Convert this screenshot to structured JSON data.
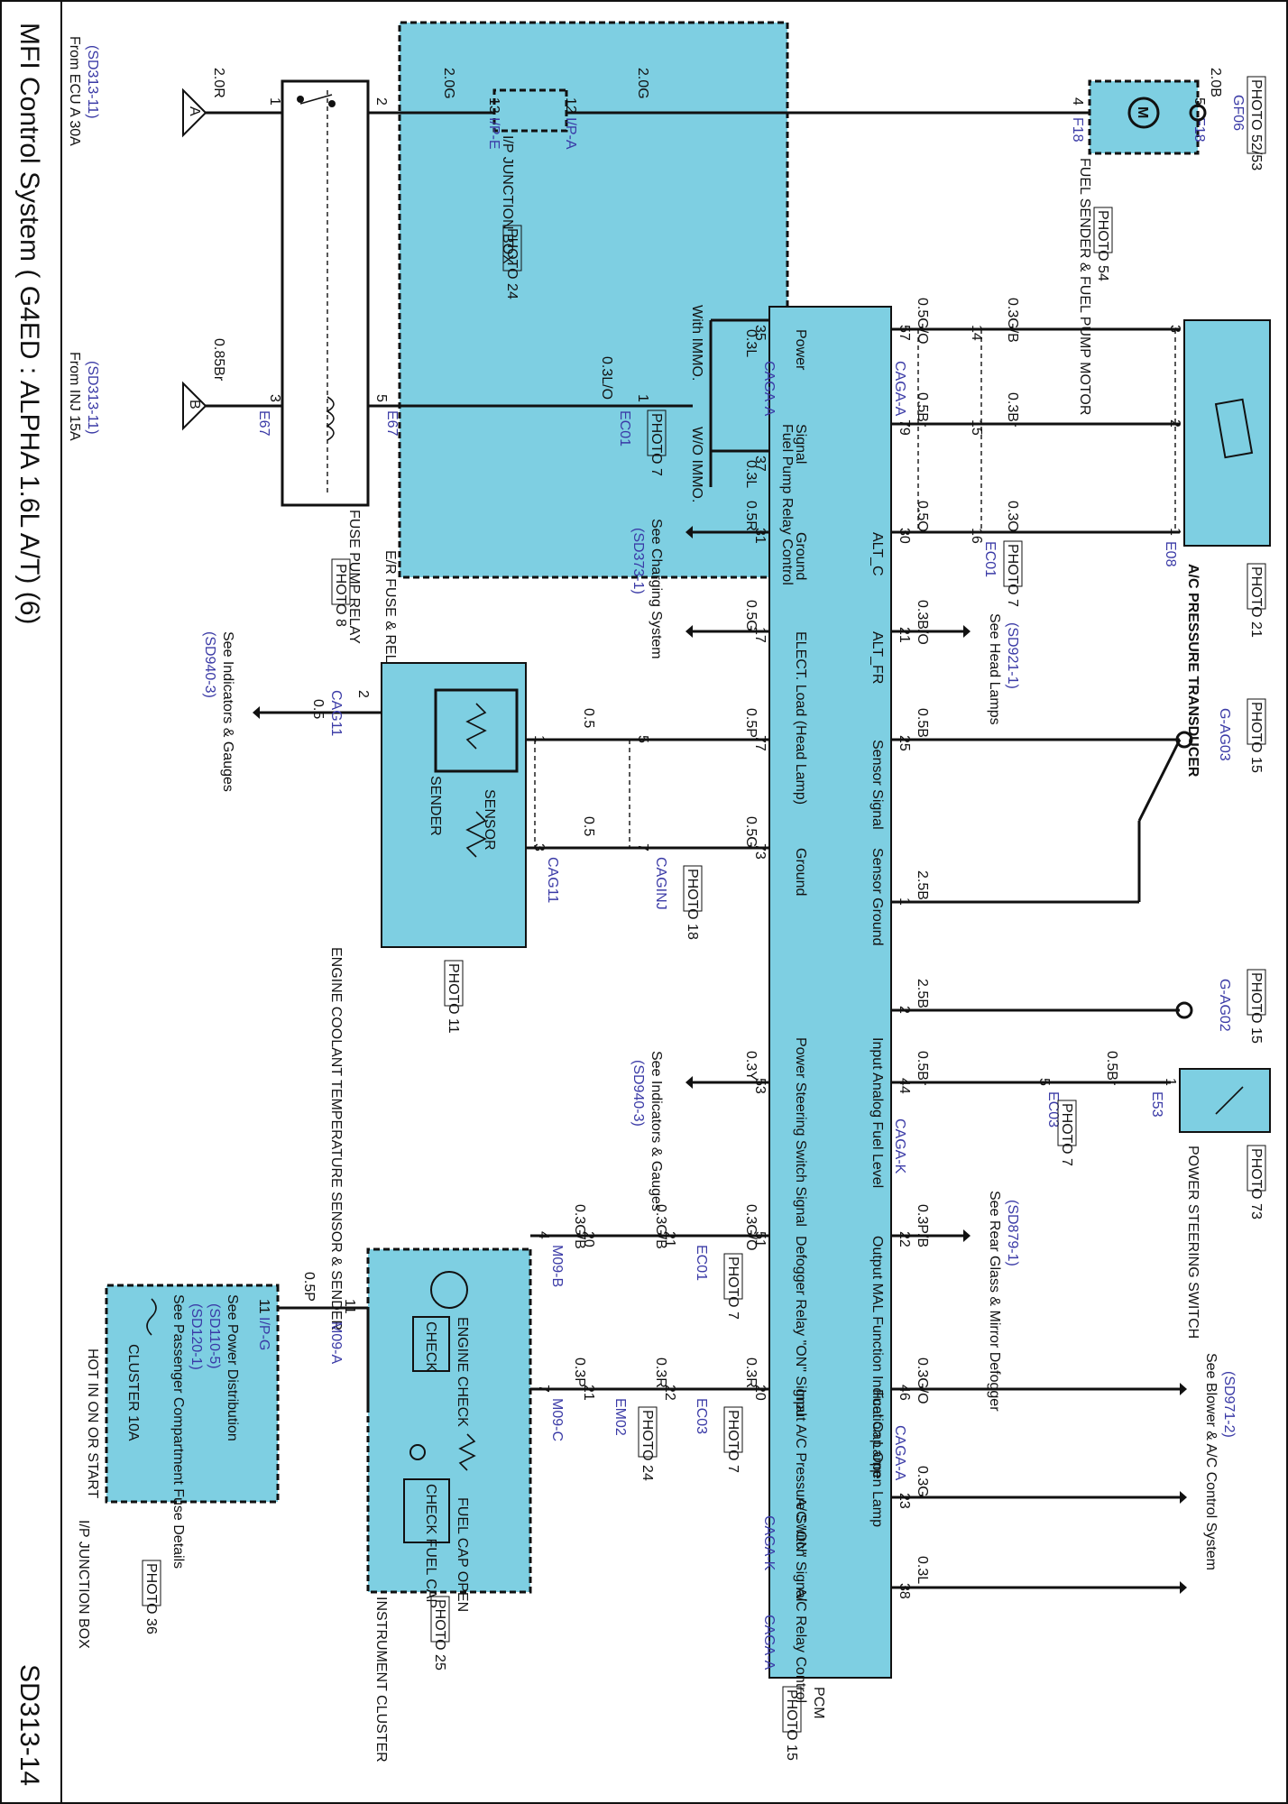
{
  "title": "MFI Control System ( G4ED : ALPHA 1.6L A/T) (6)",
  "page_code": "SD313-14",
  "fuse_relay_box": {
    "label": "E/R FUSE & RELAY BOX",
    "from_ecu_a": "From ECU A 30A",
    "from_ecu_a_ref": "(SD313-11)",
    "from_inj_b": "From INJ 15A",
    "from_inj_b_ref": "(SD313-11)",
    "conn_a": "A",
    "conn_b": "B",
    "relay_name": "FUSE PUMP RELAY",
    "relay_photo": "PHOTO 8",
    "e67_left": "E67",
    "e67_right": "E67",
    "wire_2_0r": "2.0R",
    "wire_0_85br": "0.85Br",
    "wire_0_3lo": "0.3L/O",
    "pin1": "1",
    "pin2": "2",
    "pin3": "3",
    "pin5": "5"
  },
  "fuel_pump_path": {
    "wire_ip_e": "2.0G",
    "wire_ip_a": "2.0G",
    "wire_f18": "2.0B",
    "pin_ip_e": "13",
    "conn_ip_e": "I/P-E",
    "pin_ip_a": "12",
    "conn_ip_a": "I/P-A",
    "ip_jb": "I/P JUNCTION BOX",
    "ip_jb_photo": "PHOTO 24",
    "pin_f18_4": "4",
    "conn_f18_4": "F18",
    "pin_f18_5": "5",
    "conn_f18_5": "F18",
    "motor": "FUEL SENDER & FUEL PUMP MOTOR",
    "motor_photo": "PHOTO 54",
    "ground": "GF06",
    "ground_photo": "PHOTO 52/53"
  },
  "immo": {
    "with": "With IMMO.",
    "without": "W/O IMMO.",
    "wire_35": "0.3L",
    "wire_37": "0.3L",
    "pin_35": "35",
    "pin_37": "37",
    "ec01_pin": "1",
    "ec01": "EC01",
    "ec01_photo": "PHOTO 7"
  },
  "pcm": {
    "label": "PCM",
    "photo": "PHOTO 15",
    "fuel_pump_relay_control": "Fuel Pump Relay Control",
    "power": "Power",
    "signal": "Signal",
    "ground": "Ground",
    "alt_c": "ALT_C",
    "alt_fr": "ALT_FR",
    "elect_load": "ELECT. Load (Head Lamp)",
    "sensor_signal": "Sensor Signal",
    "sensor_ground": "Sensor Ground",
    "ground2": "Ground",
    "ps_switch": "Power Steering Switch Signal",
    "input_fuel": "Input Analog Fuel Level",
    "output_mal": "Output MAL Function Indication Lamp",
    "defogger": "Defogger Relay \"ON\" Signal",
    "input_ac": "Input A/C Pressure Switch",
    "fuel_cap": "Fuel Cap Open Lamp",
    "ac_on": "A/C \"ON\" Signal",
    "ac_relay": "A/C Relay Control",
    "caga_a1": "CAGA-A",
    "caga_a2": "CAGA-A",
    "caga_k1": "CAGA-K",
    "caga_k2": "CAGA-K",
    "caga_a3": "CAGA-A",
    "caga_a4": "CAGA-A"
  },
  "ac_transducer": {
    "label": "A/C PRESSURE TRANSDUCER",
    "photo": "PHOTO 21",
    "w57": "0.5G/O",
    "w79": "0.5Br",
    "w30": "0.5O",
    "w3": "0.3G/B",
    "w2": "0.3Br",
    "w1": "0.3O",
    "p57": "57",
    "p79": "79",
    "p30": "30",
    "p14": "14",
    "p15": "15",
    "p16": "16",
    "p3": "3",
    "p2": "2",
    "p1": "1",
    "ec01": "EC01",
    "ec01_photo": "PHOTO 7",
    "e08": "E08"
  },
  "charging": {
    "w31": "0.5R",
    "w17": "0.5G",
    "p31": "31",
    "p17": "17",
    "note": "See Charging System",
    "ref": "(SD373-1)"
  },
  "headlamp": {
    "w21": "0.3B/O",
    "p21": "21",
    "note": "See Head Lamps",
    "ref": "(SD921-1)"
  },
  "ground_ag03": {
    "w25": "0.5B",
    "w1": "2.5B",
    "p25": "25",
    "p1": "1",
    "name": "G-AG03",
    "photo": "PHOTO 15"
  },
  "ground_ag02": {
    "w2": "2.5B",
    "p2": "2",
    "name": "G-AG02",
    "photo": "PHOTO 15"
  },
  "ect": {
    "label": "ENGINE COOLANT TEMPERATURE SENSOR & SENDER",
    "photo": "PHOTO 11",
    "sender": "SENDER",
    "sensor": "SENSOR",
    "w77": "0.5P",
    "w73": "0.5G",
    "w_s1": "0.5",
    "w_s3": "0.5",
    "w_gauge": "0.5",
    "p77": "77",
    "p73": "73",
    "p5": "5",
    "p7": "7",
    "p1": "1",
    "p3": "3",
    "p2": "2",
    "cag11_top": "CAG11",
    "cag11_bottom": "CAG11",
    "caginj": "CAGINJ",
    "caginj_photo": "PHOTO 18",
    "gauge_note": "See Indicators & Gauges",
    "gauge_ref": "(SD940-3)"
  },
  "ps": {
    "w44": "0.5Br",
    "w1": "0.5Br",
    "p44": "44",
    "p5": "5",
    "p1": "1",
    "ec03": "EC03",
    "ec03_photo": "PHOTO 7",
    "e53": "E53",
    "label": "POWER STEERING SWITCH",
    "photo": "PHOTO 73"
  },
  "fuel_level": {
    "w53": "0.3Y",
    "p53": "53",
    "caga_k": "CAGA-K",
    "note": "See Indicators & Gauges",
    "ref": "(SD940-3)"
  },
  "mil": {
    "w51": "0.3G/O",
    "w21": "0.3G/B",
    "w20": "0.3G/B",
    "p51": "51",
    "p21": "21",
    "p20": "20",
    "p4": "4",
    "ec01": "EC01",
    "ec01_photo": "PHOTO 7",
    "m09b": "M09-B"
  },
  "defog": {
    "w22": "0.3P/B",
    "p22": "22",
    "note": "See Rear Glass & Mirror Defogger",
    "ref": "(SD879-1)"
  },
  "blower": {
    "w46": "0.3G/O",
    "w23": "0.3G",
    "w38": "0.3L",
    "p46": "46",
    "p23": "23",
    "p38": "38",
    "note": "See Blower & A/C Control System",
    "ref": "(SD971-2)"
  },
  "fuelcap": {
    "w20": "0.3R",
    "w22": "0.3R",
    "w21": "0.3P",
    "p20": "20",
    "p22": "22",
    "p21": "21",
    "p7": "7",
    "ec03": "EC03",
    "ec03_photo": "PHOTO 7",
    "em02": "EM02",
    "em02_photo": "PHOTO 24",
    "m09c": "M09-C"
  },
  "cluster": {
    "label": "INSTRUMENT CLUSTER",
    "photo": "PHOTO 25",
    "engine_check": "ENGINE CHECK",
    "check": "CHECK",
    "fuel_cap_open": "FUEL CAP OPEN",
    "check_fuel_cap": "CHECK FUEL CAP",
    "m09a": "M09-A",
    "p11": "11",
    "w05p": "0.5P"
  },
  "ip_box": {
    "hot": "HOT IN ON OR START",
    "fuse": "CLUSTER 10A",
    "power_note": "See Power Distribution",
    "power_ref": "(SD110-5)",
    "pass_note": "See Passenger Compartment Fuse Details",
    "pass_ref": "(SD120-1)",
    "label": "I/P JUNCTION BOX",
    "photo": "PHOTO 36",
    "pin": "11",
    "conn": "I/P-G"
  }
}
